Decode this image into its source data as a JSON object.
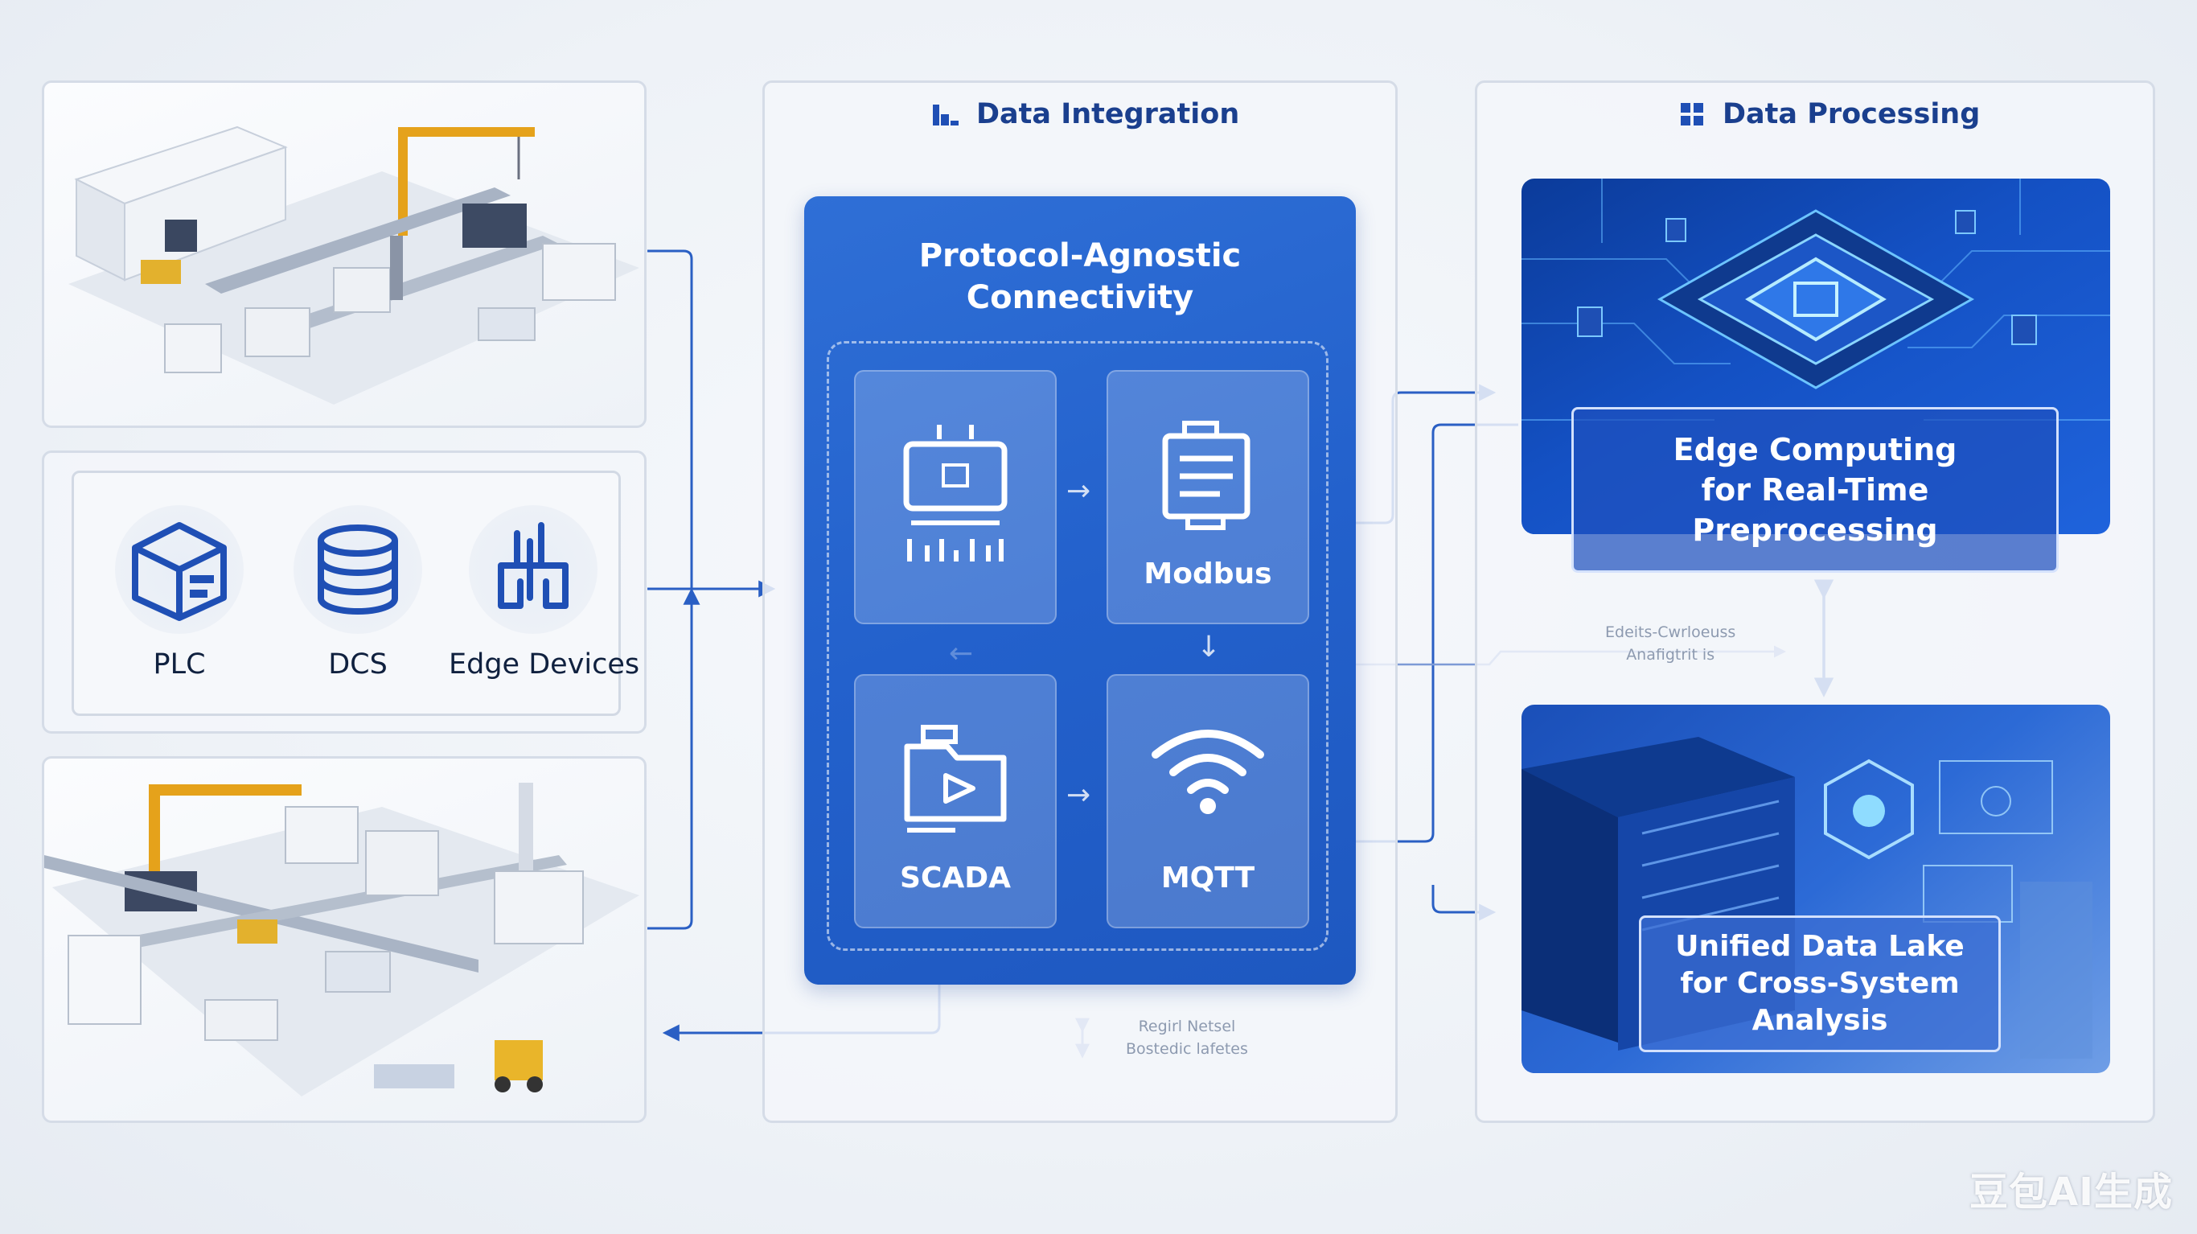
{
  "sections": {
    "integration_title": "Data Integration",
    "processing_title": "Data Processing"
  },
  "devices": [
    {
      "label": "PLC",
      "icon": "box-icon"
    },
    {
      "label": "DCS",
      "icon": "database-icon"
    },
    {
      "label": "Edge Devices",
      "icon": "circuit-icon"
    }
  ],
  "connectivity": {
    "title_line1": "Protocol-Agnostic",
    "title_line2": "Connectivity",
    "tiles": [
      {
        "label": "",
        "icon": "monitor-icon"
      },
      {
        "label": "Modbus",
        "icon": "server-icon"
      },
      {
        "label": "SCADA",
        "icon": "folder-play-icon"
      },
      {
        "label": "MQTT",
        "icon": "wifi-icon"
      }
    ],
    "note_line1": "Regirl Netsel",
    "note_line2": "Bostedic lafetes"
  },
  "processing": {
    "edge_line1": "Edge Computing",
    "edge_line2": "for Real-Time",
    "edge_line3": "Preprocessing",
    "lake_line1": "Unified Data Lake",
    "lake_line2": "for Cross-System",
    "lake_line3": "Analysis",
    "note_line1": "Edeits-Cwrloeuss",
    "note_line2": "Anafigtrit is"
  },
  "watermark": "豆包AI生成",
  "colors": {
    "accent": "#2563d0",
    "line": "#2a5fc4",
    "panel_border": "#d5dce7"
  }
}
